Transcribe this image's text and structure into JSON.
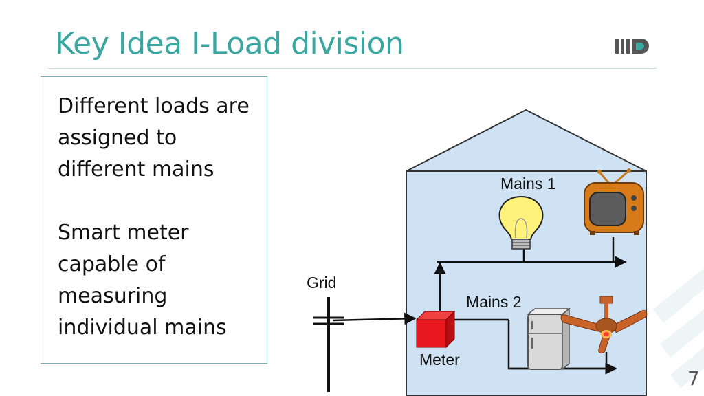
{
  "slide": {
    "title": "Key Idea I-Load division",
    "page_number": "7"
  },
  "text_box": {
    "paragraph_1": "Different loads are assigned to different mains",
    "paragraph_2": "Smart meter capable of measuring individual mains"
  },
  "diagram": {
    "labels": {
      "grid": "Grid",
      "meter": "Meter",
      "mains_1": "Mains 1",
      "mains_2": "Mains 2"
    },
    "colors": {
      "title": "#3aa6a0",
      "house_fill": "#cfe2f3",
      "meter_red": "#e8181e",
      "bulb_yellow": "#fff27a",
      "tv_orange": "#d67a1a",
      "fan_copper": "#c8642a"
    },
    "icons": [
      "light-bulb-icon",
      "television-icon",
      "refrigerator-icon",
      "ceiling-fan-icon",
      "power-pole-icon",
      "institute-logo"
    ]
  }
}
